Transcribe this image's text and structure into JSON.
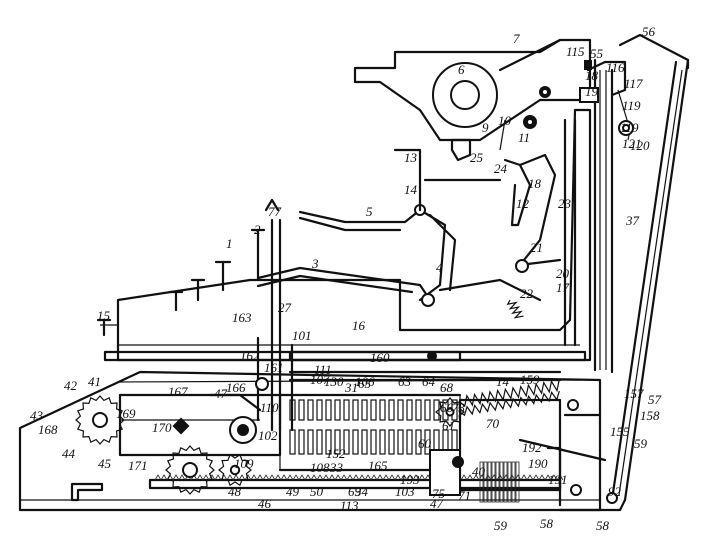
{
  "figure": {
    "labels": [
      {
        "text": "1"
      },
      {
        "text": "2"
      },
      {
        "text": "3"
      },
      {
        "text": "4"
      },
      {
        "text": "5"
      },
      {
        "text": "6"
      },
      {
        "text": "7"
      },
      {
        "text": "9"
      },
      {
        "text": "10"
      },
      {
        "text": "11"
      },
      {
        "text": "12"
      },
      {
        "text": "13"
      },
      {
        "text": "14"
      },
      {
        "text": "14"
      },
      {
        "text": "15"
      },
      {
        "text": "16"
      },
      {
        "text": "17"
      },
      {
        "text": "18"
      },
      {
        "text": "18"
      },
      {
        "text": "19"
      },
      {
        "text": "20"
      },
      {
        "text": "21"
      },
      {
        "text": "22"
      },
      {
        "text": "23"
      },
      {
        "text": "24"
      },
      {
        "text": "25"
      },
      {
        "text": "27"
      },
      {
        "text": "31"
      },
      {
        "text": "33"
      },
      {
        "text": "34"
      },
      {
        "text": "37"
      },
      {
        "text": "40"
      },
      {
        "text": "41"
      },
      {
        "text": "42"
      },
      {
        "text": "43"
      },
      {
        "text": "44"
      },
      {
        "text": "45"
      },
      {
        "text": "46"
      },
      {
        "text": "47"
      },
      {
        "text": "47"
      },
      {
        "text": "48"
      },
      {
        "text": "49"
      },
      {
        "text": "50"
      },
      {
        "text": "55"
      },
      {
        "text": "56"
      },
      {
        "text": "57"
      },
      {
        "text": "58"
      },
      {
        "text": "58"
      },
      {
        "text": "59"
      },
      {
        "text": "59"
      },
      {
        "text": "60"
      },
      {
        "text": "61"
      },
      {
        "text": "63"
      },
      {
        "text": "64"
      },
      {
        "text": "65"
      },
      {
        "text": "66"
      },
      {
        "text": "68"
      },
      {
        "text": "69"
      },
      {
        "text": "70"
      },
      {
        "text": "71"
      },
      {
        "text": "73"
      },
      {
        "text": "75"
      },
      {
        "text": "77"
      },
      {
        "text": "92"
      },
      {
        "text": "101"
      },
      {
        "text": "102"
      },
      {
        "text": "103"
      },
      {
        "text": "106"
      },
      {
        "text": "107"
      },
      {
        "text": "108"
      },
      {
        "text": "109"
      },
      {
        "text": "110"
      },
      {
        "text": "111"
      },
      {
        "text": "113"
      },
      {
        "text": "115"
      },
      {
        "text": "116"
      },
      {
        "text": "117"
      },
      {
        "text": "119"
      },
      {
        "text": "119"
      },
      {
        "text": "120"
      },
      {
        "text": "121"
      },
      {
        "text": "130"
      },
      {
        "text": "152"
      },
      {
        "text": "155"
      },
      {
        "text": "157"
      },
      {
        "text": "158"
      },
      {
        "text": "159"
      },
      {
        "text": "160"
      },
      {
        "text": "161"
      },
      {
        "text": "162"
      },
      {
        "text": "163"
      },
      {
        "text": "165"
      },
      {
        "text": "166"
      },
      {
        "text": "167"
      },
      {
        "text": "168"
      },
      {
        "text": "169"
      },
      {
        "text": "170"
      },
      {
        "text": "171"
      },
      {
        "text": "190"
      },
      {
        "text": "191"
      },
      {
        "text": "192"
      },
      {
        "text": "193"
      }
    ]
  }
}
